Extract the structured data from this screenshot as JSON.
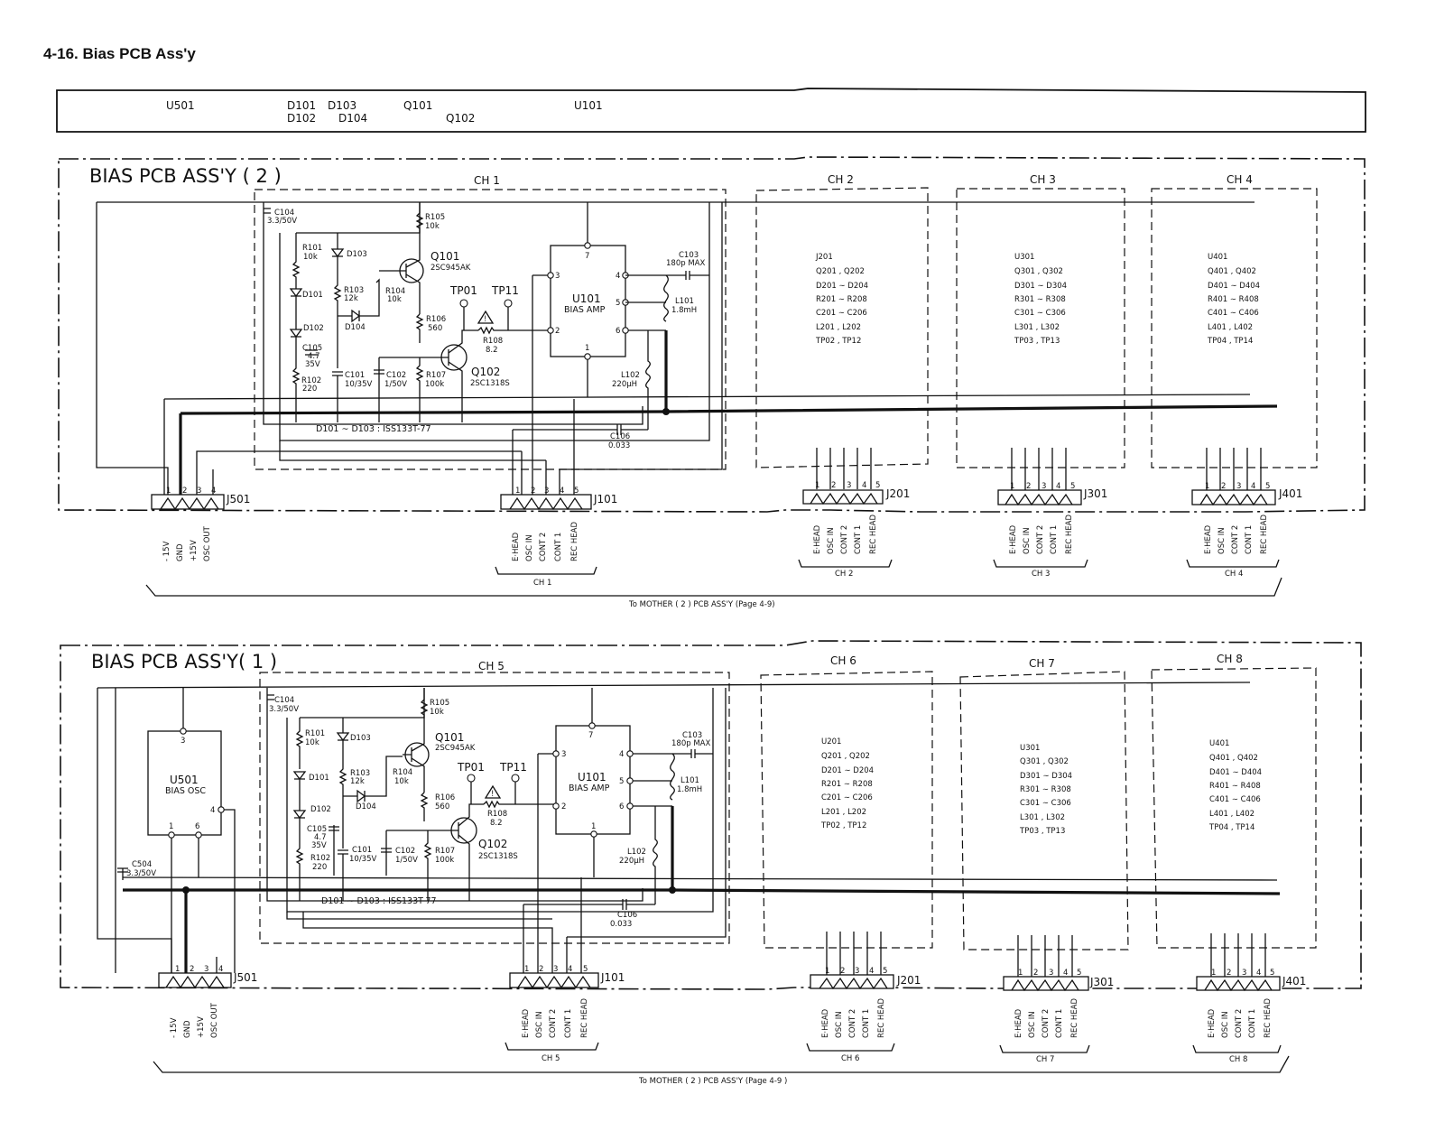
{
  "page_title": "4-16.  Bias PCB Ass'y",
  "ref_bar": {
    "items": [
      "U501",
      "D101",
      "D103",
      "Q101",
      "U101",
      "D102",
      "D104",
      "Q102"
    ]
  },
  "diagram": {
    "boards": [
      {
        "title": "BIAS PCB ASS'Y ( 2 )",
        "channels": [
          "CH 1",
          "CH 2",
          "CH 3",
          "CH 4"
        ],
        "mother_note": "To MOTHER ( 2 ) PCB ASS'Y (Page 4-9)"
      },
      {
        "title": "BIAS PCB ASS'Y( 1 )",
        "channels": [
          "CH 5",
          "CH 6",
          "CH 7",
          "CH 8"
        ],
        "mother_note": "To MOTHER ( 2 ) PCB ASS'Y (Page 4-9 )"
      }
    ],
    "components": {
      "c104_ref": "C104",
      "c104_val": "3.3/50V",
      "r105_ref": "R105",
      "r105_val": "10k",
      "r101_ref": "R101",
      "r101_val": "10k",
      "d103": "D103",
      "d101": "D101",
      "d102": "D102",
      "d104": "D104",
      "q101_ref": "Q101",
      "q101_type": "2SC945AK",
      "r103_ref": "R103",
      "r103_val": "12k",
      "r104_ref": "R104",
      "r104_val": "10k",
      "tp01": "TP01",
      "tp11": "TP11",
      "r106_ref": "R106",
      "r106_val": "560",
      "r108_ref": "R108",
      "r108_val": "8.2",
      "q102_ref": "Q102",
      "q102_type": "2SC1318S",
      "c105_ref": "C105",
      "c105_val1": "4.7",
      "c105_val2": "35V",
      "c101_ref": "C101",
      "c101_val": "10/35V",
      "c102_ref": "C102",
      "c102_val": "1/50V",
      "r107_ref": "R107",
      "r107_val": "100k",
      "r102_ref": "R102",
      "r102_val": "220",
      "u101_ref": "U101",
      "u101_name": "BIAS AMP",
      "c103_ref": "C103",
      "c103_val": "180p MAX",
      "l101_ref": "L101",
      "l101_val": "1.8mH",
      "l102_ref": "L102",
      "l102_val": "220µH",
      "c106_ref": "C106",
      "c106_val": "0.033",
      "diode_note": "D101 ∼ D103  :  ISS133T-77",
      "u501_ref": "U501",
      "u501_name": "BIAS OSC",
      "c504_ref": "C504",
      "c504_val": "3.3/50V"
    },
    "u101_pins": [
      "7",
      "3",
      "4",
      "5",
      "2",
      "6",
      "1"
    ],
    "u501_pins": [
      "3",
      "4",
      "1",
      "6"
    ],
    "connector_pins": [
      "1",
      "2",
      "3",
      "4",
      "5"
    ],
    "j501": {
      "ref": "J501",
      "pins": [
        "1",
        "2",
        "3",
        "4"
      ],
      "signals": [
        "- 15V",
        "GND",
        "+15V",
        "OSC OUT"
      ]
    },
    "j101_signals": [
      "E·HEAD",
      "OSC IN",
      "CONT 2",
      "CONT 1",
      "REC HEAD"
    ],
    "ch2_signals": [
      "E·HEAD",
      "OSC IN",
      "CONT 2",
      "CONT 1",
      "REC HEAD"
    ],
    "channel_blocks": {
      "ch2": {
        "connector": "J201",
        "parts": [
          "J201",
          "Q201  ,  Q202",
          "D201 ∼ D204",
          "R201 ∼ R208",
          "C201 ∼ C206",
          "L201  ,  L202",
          "TP02  ,  TP12"
        ]
      },
      "ch3": {
        "connector": "J301",
        "parts": [
          "U301",
          "Q301  ,  Q302",
          "D301 ∼ D304",
          "R301 ∼ R308",
          "C301 ∼ C306",
          "L301  ,  L302",
          "TP03  ,  TP13"
        ]
      },
      "ch4": {
        "connector": "J401",
        "parts": [
          "U401",
          "Q401  ,  Q402",
          "D401 ∼ D404",
          "R401 ∼ R408",
          "C401 ∼ C406",
          "L401  ,  L402",
          "TP04  ,  TP14"
        ]
      },
      "ch6": {
        "connector": "J201",
        "parts": [
          "U201",
          "Q201  ,  Q202",
          "D201 ∼ D204",
          "R201 ∼ R208",
          "C201 ∼ C206",
          "L201  ,  L202",
          "TP02  ,  TP12"
        ]
      },
      "ch7": {
        "connector": "J301",
        "parts": [
          "U301",
          "Q301  ,  Q302",
          "D301 ∼ D304",
          "R301 ∼ R308",
          "C301 ∼ C306",
          "L301  ,  L302",
          "TP03  ,  TP13"
        ]
      },
      "ch8": {
        "connector": "J401",
        "parts": [
          "U401",
          "Q401  ,  Q402",
          "D401 ∼ D404",
          "R401 ∼ R408",
          "C401 ∼ C406",
          "L401  ,  L402",
          "TP04  ,  TP14"
        ]
      }
    }
  }
}
